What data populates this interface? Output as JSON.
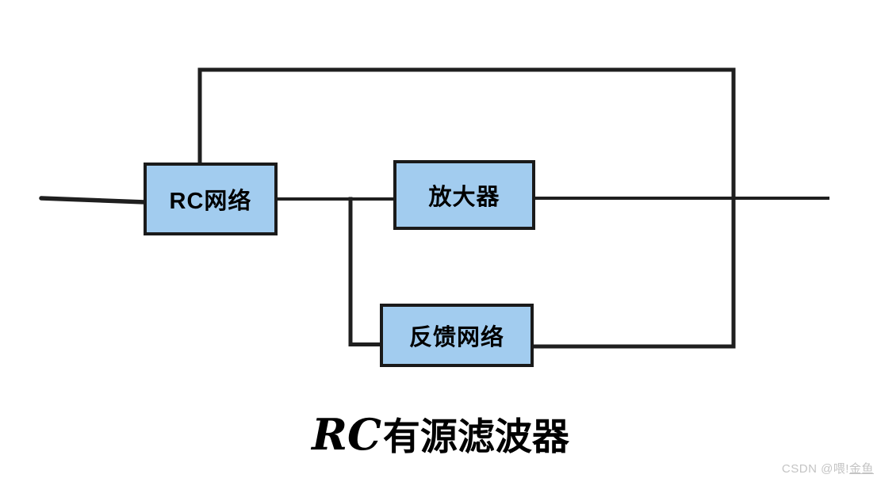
{
  "diagram": {
    "blocks": [
      {
        "id": "rc-network",
        "label": "RC网络"
      },
      {
        "id": "amplifier",
        "label": "放大器"
      },
      {
        "id": "feedback-network",
        "label": "反馈网络"
      }
    ],
    "title": {
      "prefix": "RC",
      "text": "有源滤波器"
    },
    "watermark": {
      "prefix": "CSDN @喂!",
      "user": "金鱼"
    },
    "colors": {
      "block_fill": "#a2ccef",
      "block_border": "#1a1a1a",
      "line": "#1f1f1f",
      "watermark": "#c4c4c4"
    }
  }
}
